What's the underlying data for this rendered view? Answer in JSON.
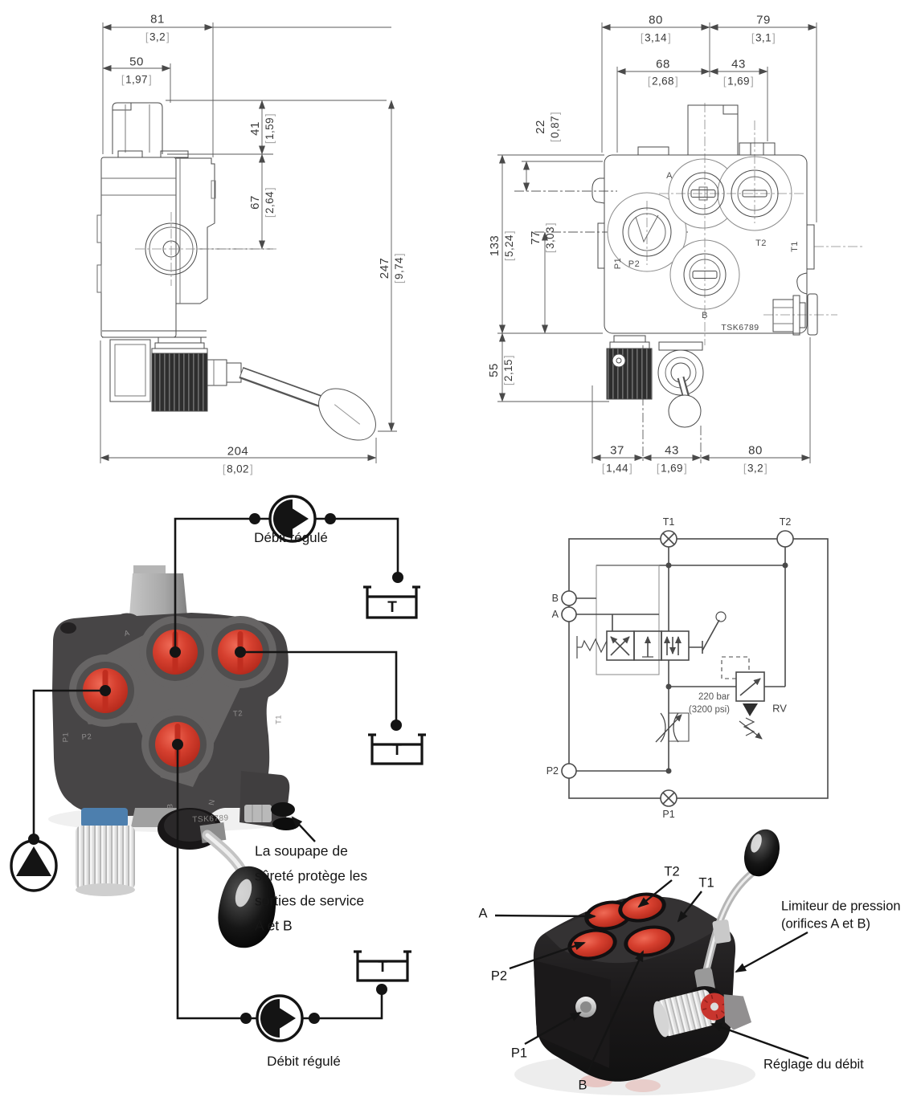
{
  "dims_left": {
    "w81": {
      "mm": "81",
      "in": "3,2"
    },
    "w50": {
      "mm": "50",
      "in": "1,97"
    },
    "h41": {
      "mm": "41",
      "in": "1,59"
    },
    "h67": {
      "mm": "67",
      "in": "2,64"
    },
    "h247": {
      "mm": "247",
      "in": "9,74"
    },
    "w204": {
      "mm": "204",
      "in": "8,02"
    }
  },
  "dims_top": {
    "w80": {
      "mm": "80",
      "in": "3,14"
    },
    "w79": {
      "mm": "79",
      "in": "3,1"
    },
    "w68": {
      "mm": "68",
      "in": "2,68"
    },
    "w43": {
      "mm": "43",
      "in": "1,69"
    },
    "h22": {
      "mm": "22",
      "in": "0,87"
    },
    "h133": {
      "mm": "133",
      "in": "5,24"
    },
    "h77": {
      "mm": "77",
      "in": "3,03"
    },
    "h55": {
      "mm": "55",
      "in": "2,15"
    },
    "b37": {
      "mm": "37",
      "in": "1,44"
    },
    "b43": {
      "mm": "43",
      "in": "1,69"
    },
    "b80": {
      "mm": "80",
      "in": "3,2"
    }
  },
  "ports_top": {
    "a": "A",
    "t2": "T2",
    "t1": "T1",
    "p1": "P1",
    "p2": "P2",
    "b": "B",
    "serial": "TSK6789"
  },
  "photo_left": {
    "flow_top": "Débit régulé",
    "flow_bottom": "Débit régulé",
    "tank": "T",
    "note_1": "La soupape de",
    "note_2": "sûreté protège les",
    "note_3": "sorties de service",
    "note_4": "A et B",
    "cast_a": "A",
    "cast_t2": "T2",
    "cast_t1": "T1",
    "cast_p2": "P2",
    "cast_p1": "P1",
    "cast_b": "B",
    "cast_n": "N",
    "cast_serial": "TSK6789"
  },
  "schematic": {
    "t1": "T1",
    "t2": "T2",
    "b": "B",
    "a": "A",
    "p2": "P2",
    "p1": "P1",
    "rv": "RV",
    "pressure_bar": "220 bar",
    "pressure_psi": "(3200 psi)"
  },
  "photo_right": {
    "a": "A",
    "t2": "T2",
    "t1": "T1",
    "p2": "P2",
    "p1": "P1",
    "b": "B",
    "limiter_line1": "Limiteur de pression",
    "limiter_line2": "(orifices A et B)",
    "flow_label": "Réglage du débit"
  },
  "colors": {
    "red_cap": "#cf3a2c",
    "line": "#4a4a4a",
    "overlay": "#141414",
    "body_dark": "#474546",
    "body_black": "#1e1c1d"
  }
}
